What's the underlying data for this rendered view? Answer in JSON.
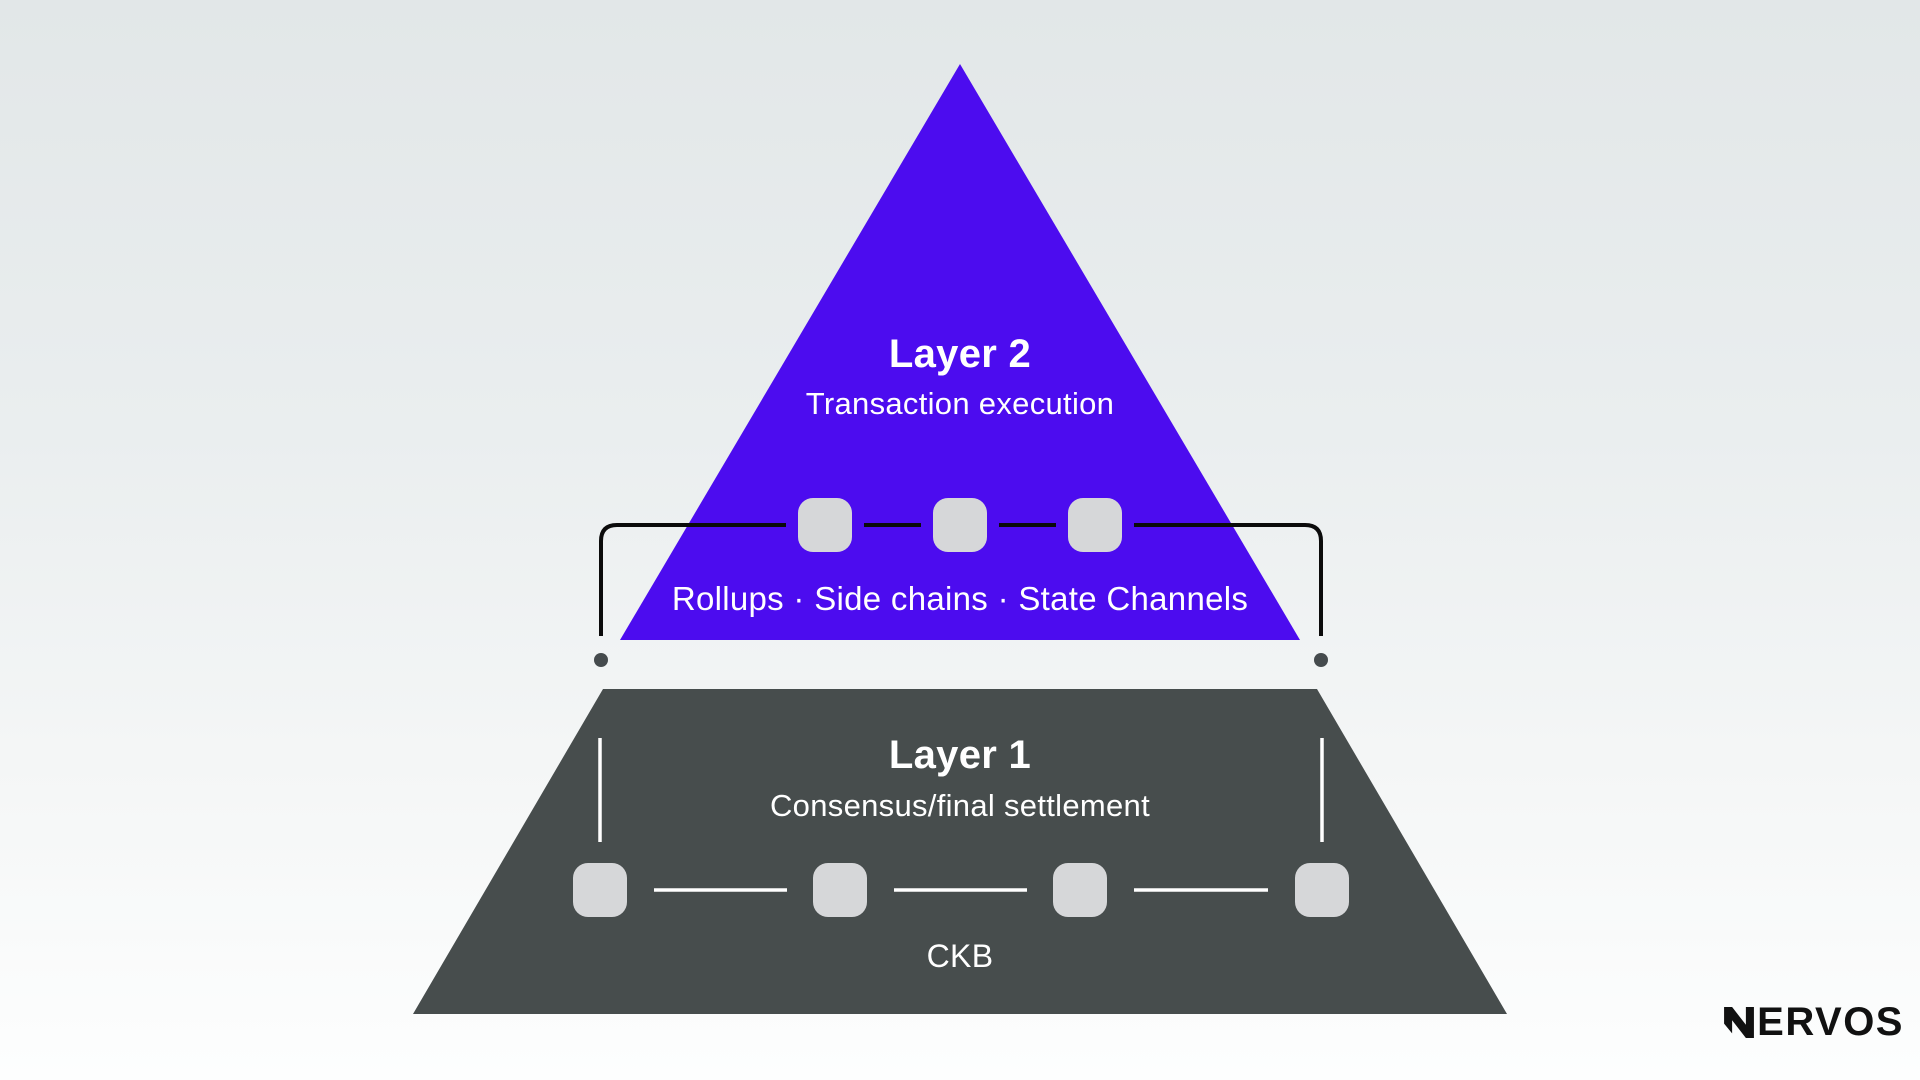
{
  "diagram": {
    "layer2": {
      "title": "Layer 2",
      "subtitle": "Transaction execution",
      "services": "Rollups · Side chains · State Channels",
      "shape": "triangle",
      "nodes": 3,
      "color": "#4C0CEF"
    },
    "layer1": {
      "title": "Layer 1",
      "subtitle": "Consensus/final settlement",
      "label": "CKB",
      "shape": "trapezoid",
      "nodes": 4,
      "color": "#474D4D"
    }
  },
  "brand": {
    "name": "NERVOS",
    "wordmark_suffix": "ERVOS"
  },
  "colors": {
    "layer2_purple": "#4C0CEF",
    "layer1_gray": "#474D4D",
    "node_fill": "#D6D7D9",
    "connector_dark": "#0B0B0B",
    "connector_light": "#FFFFFF",
    "dot_gray": "#454B4D",
    "background_top": "#E2E7E8",
    "background_bottom": "#FDFEFE",
    "text_light": "#FFFFFF",
    "logo_black": "#111111"
  }
}
